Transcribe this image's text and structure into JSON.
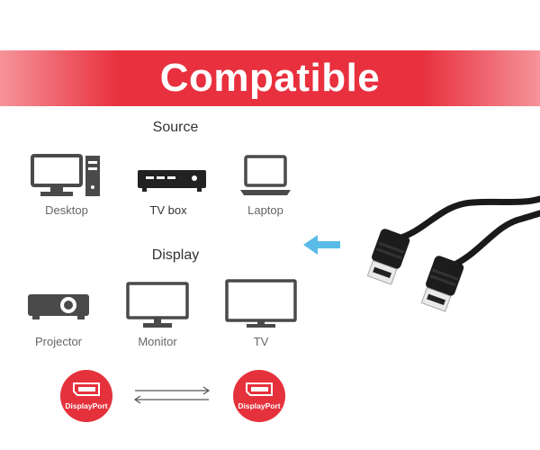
{
  "banner": {
    "title": "Compatible",
    "color": "#e8303e"
  },
  "source": {
    "title": "Source",
    "items": [
      {
        "label": "Desktop",
        "icon": "desktop-icon"
      },
      {
        "label": "TV box",
        "icon": "tv-box-icon"
      },
      {
        "label": "Laptop",
        "icon": "laptop-icon"
      }
    ]
  },
  "display": {
    "title": "Display",
    "items": [
      {
        "label": "Projector",
        "icon": "projector-icon"
      },
      {
        "label": "Monitor",
        "icon": "monitor-icon"
      },
      {
        "label": "TV",
        "icon": "tv-icon"
      }
    ]
  },
  "connectors": {
    "left_label": "DisplayPort",
    "right_label": "DisplayPort",
    "badge_color": "#e5313c",
    "direction_icon": "bidirectional-arrow-icon"
  },
  "cable": {
    "icon": "displayport-cable-icon",
    "arrow_color": "#5bbbe8"
  },
  "icon_color": "#4a4a4a"
}
